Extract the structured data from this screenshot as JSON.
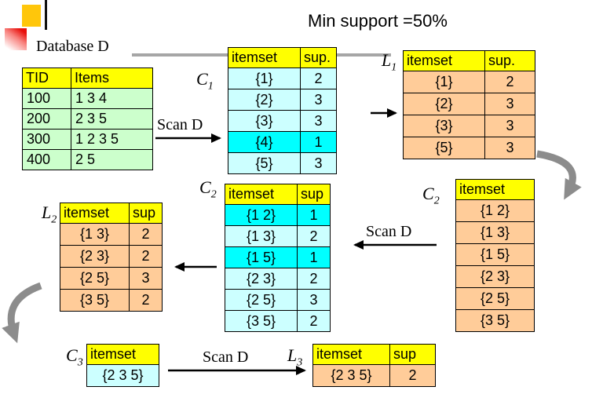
{
  "title": "Min support =50%",
  "labels": {
    "database": "Database D",
    "scan1": "Scan D",
    "scan2": "Scan D",
    "scan3": "Scan D",
    "c1": {
      "base": "C",
      "sub": "1"
    },
    "l1": {
      "base": "L",
      "sub": "1"
    },
    "c2_mid": {
      "base": "C",
      "sub": "2"
    },
    "c2_right": {
      "base": "C",
      "sub": "2"
    },
    "l2": {
      "base": "L",
      "sub": "2"
    },
    "c3": {
      "base": "C",
      "sub": "3"
    },
    "l3": {
      "base": "L",
      "sub": "3"
    }
  },
  "colors": {
    "table_header": "#FFFF00",
    "database_body": "#CCFFCC",
    "candidate_body": "#CCFFFF",
    "highlight": "#00FFFF",
    "large_itemset_body": "#FFCC99",
    "divider": "#A6A6A6"
  },
  "tables": {
    "db": {
      "headers": [
        "TID",
        "Items"
      ],
      "rows": [
        [
          "100",
          "1 3 4"
        ],
        [
          "200",
          "2 3 5"
        ],
        [
          "300",
          "1 2 3 5"
        ],
        [
          "400",
          "2 5"
        ]
      ]
    },
    "c1": {
      "headers": [
        "itemset",
        "sup."
      ],
      "rows": [
        [
          "{1}",
          "2"
        ],
        [
          "{2}",
          "3"
        ],
        [
          "{3}",
          "3"
        ],
        [
          "{4}",
          "1"
        ],
        [
          "{5}",
          "3"
        ]
      ],
      "highlighted_rows": [
        3
      ]
    },
    "l1": {
      "headers": [
        "itemset",
        "sup."
      ],
      "rows": [
        [
          "{1}",
          "2"
        ],
        [
          "{2}",
          "3"
        ],
        [
          "{3}",
          "3"
        ],
        [
          "{5}",
          "3"
        ]
      ]
    },
    "c2_mid": {
      "headers": [
        "itemset",
        "sup"
      ],
      "rows": [
        [
          "{1 2}",
          "1"
        ],
        [
          "{1 3}",
          "2"
        ],
        [
          "{1 5}",
          "1"
        ],
        [
          "{2 3}",
          "2"
        ],
        [
          "{2 5}",
          "3"
        ],
        [
          "{3 5}",
          "2"
        ]
      ],
      "highlighted_rows": [
        0,
        2
      ]
    },
    "c2_right": {
      "headers": [
        "itemset"
      ],
      "rows": [
        [
          "{1 2}"
        ],
        [
          "{1 3}"
        ],
        [
          "{1 5}"
        ],
        [
          "{2 3}"
        ],
        [
          "{2 5}"
        ],
        [
          "{3 5}"
        ]
      ]
    },
    "l2": {
      "headers": [
        "itemset",
        "sup"
      ],
      "rows": [
        [
          "{1 3}",
          "2"
        ],
        [
          "{2 3}",
          "2"
        ],
        [
          "{2 5}",
          "3"
        ],
        [
          "{3 5}",
          "2"
        ]
      ]
    },
    "c3": {
      "headers": [
        "itemset"
      ],
      "rows": [
        [
          "{2 3 5}"
        ]
      ]
    },
    "l3": {
      "headers": [
        "itemset",
        "sup"
      ],
      "rows": [
        [
          "{2 3 5}",
          "2"
        ]
      ]
    }
  }
}
